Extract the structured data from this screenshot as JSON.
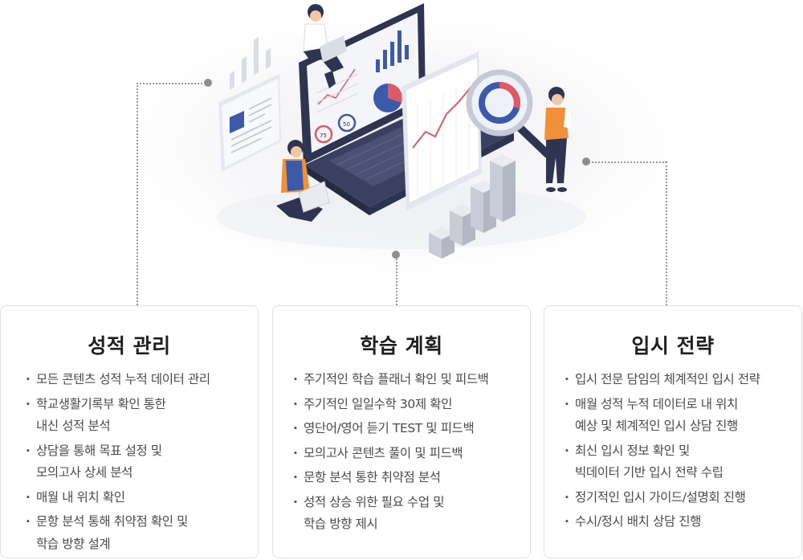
{
  "sections": [
    {
      "title": "성적 관리",
      "items": [
        [
          "모든 콘텐츠 성적 누적 데이터 관리"
        ],
        [
          "학교생활기록부 확인 통한",
          "내신 성적 분석"
        ],
        [
          "상담을 통해 목표 설정 및",
          "모의고사 상세 분석"
        ],
        [
          "매월 내 위치 확인"
        ],
        [
          "문항 분석 통해 취약점 확인 및",
          "학습 방향 설계"
        ]
      ]
    },
    {
      "title": "학습 계획",
      "items": [
        [
          "주기적인 학습 플래너 확인 및 피드백"
        ],
        [
          "주기적인 일일수학 30제 확인"
        ],
        [
          "영단어/영어 듣기 TEST 및 피드백"
        ],
        [
          "모의고사 콘텐츠 풀이 및 피드백"
        ],
        [
          "문항 분석 통한 취약점 분석"
        ],
        [
          "성적 상승 위한 필요 수업 및",
          "학습 방향 제시"
        ]
      ]
    },
    {
      "title": "입시 전략",
      "items": [
        [
          "입시 전문 담임의 체계적인 입시 전략"
        ],
        [
          "매월 성적 누적 데이터로 내 위치",
          "예상 및 체계적인 입시 상담 진행"
        ],
        [
          "최신 입시 정보 확인 및",
          "빅데이터 기반 입시 전략 수립"
        ],
        [
          "정기적인 입시 가이드/설명회 진행"
        ],
        [
          "수시/정시 배치 상담 진행"
        ]
      ]
    }
  ],
  "illustration": {
    "gauge_left": "75",
    "gauge_right": "50"
  },
  "colors": {
    "accent_red": "#e05a66",
    "accent_blue": "#3d5aa8",
    "accent_orange": "#f0913a",
    "dark_navy": "#2f3550"
  }
}
